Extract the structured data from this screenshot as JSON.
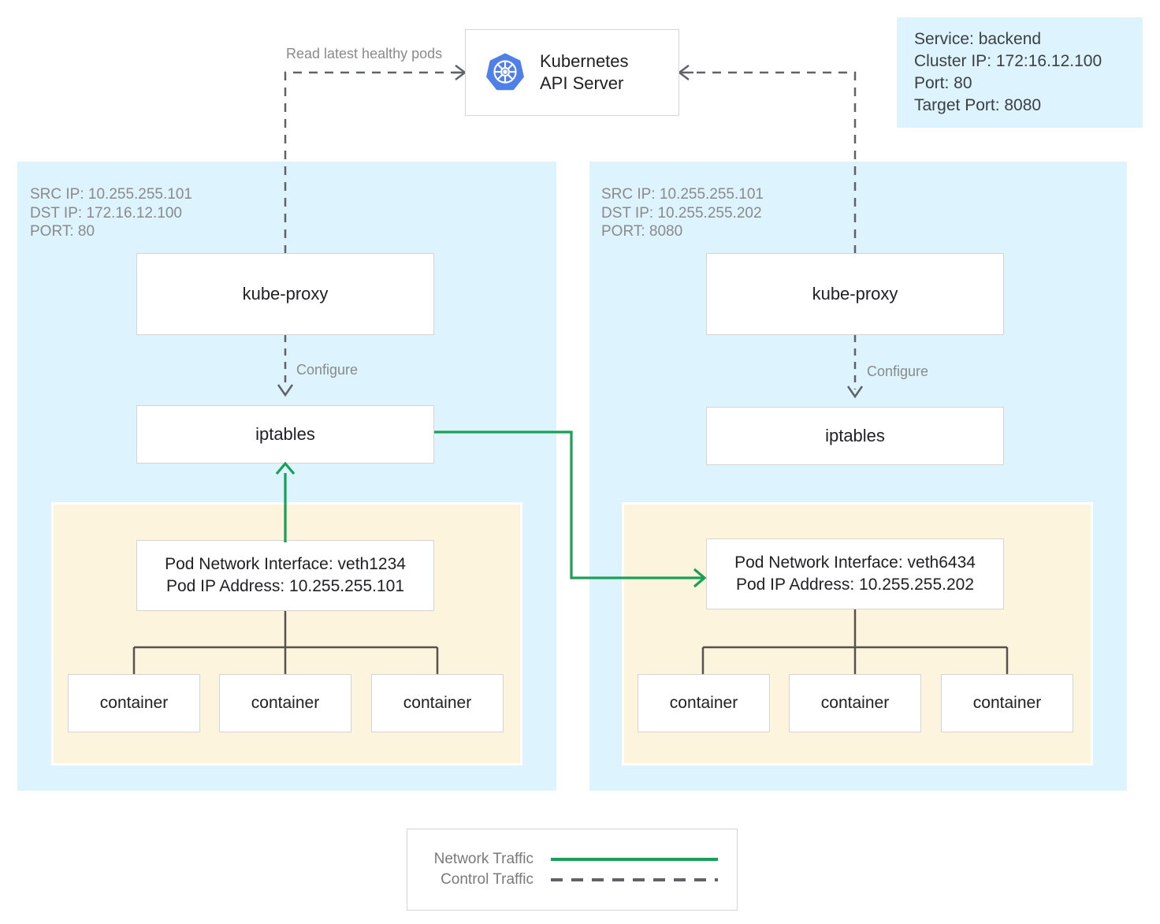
{
  "diagram": {
    "title": "Kubernetes kube-proxy iptables service routing",
    "colors": {
      "node_panel": "#ddf3fd",
      "pod_panel": "#fdf4dd",
      "network_traffic": "#18a058",
      "control_traffic": "#5f6368",
      "box_border": "#d4d4d4",
      "meta_text": "#8a8a8a",
      "k8s_blue": "#4f7fe8"
    }
  },
  "api_server": {
    "label": "Kubernetes\nAPI Server",
    "icon": "kubernetes-logo"
  },
  "service_info": {
    "text": "Service: backend\nCluster IP: 172:16.12.100\nPort: 80\nTarget Port: 8080"
  },
  "edges": {
    "read_pods_label": "Read latest healthy pods",
    "configure_label_left": "Configure",
    "configure_label_right": "Configure"
  },
  "nodes": [
    {
      "id": "node-left",
      "meta": "SRC IP: 10.255.255.101\nDST IP: 172.16.12.100\nPORT: 80",
      "kube_proxy": "kube-proxy",
      "iptables": "iptables",
      "pod": {
        "interface_line": "Pod Network Interface: veth1234",
        "ip_line": "Pod IP Address: 10.255.255.101",
        "containers": [
          "container",
          "container",
          "container"
        ]
      }
    },
    {
      "id": "node-right",
      "meta": "SRC IP: 10.255.255.101\nDST IP: 10.255.255.202\nPORT: 8080",
      "kube_proxy": "kube-proxy",
      "iptables": "iptables",
      "pod": {
        "interface_line": "Pod Network Interface: veth6434",
        "ip_line": "Pod IP Address: 10.255.255.202",
        "containers": [
          "container",
          "container",
          "container"
        ]
      }
    }
  ],
  "legend": {
    "items": [
      {
        "label": "Network Traffic",
        "style": "solid",
        "color": "#18a058"
      },
      {
        "label": "Control Traffic",
        "style": "dashed",
        "color": "#5f6368"
      }
    ]
  }
}
